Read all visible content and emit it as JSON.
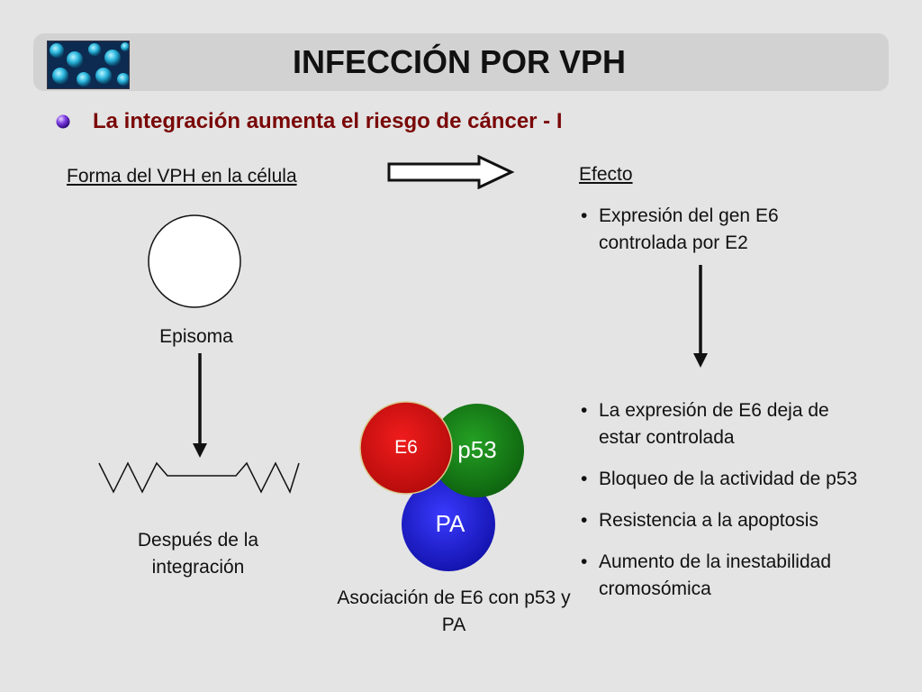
{
  "slide": {
    "title": "INFECCIÓN POR VPH",
    "subtitle": "La integración aumenta el riesgo de cáncer - I"
  },
  "left": {
    "header": "Forma del VPH en la célula",
    "episoma_label": "Episoma",
    "integration_label": "Después de la integración"
  },
  "center": {
    "circles": {
      "e6": "E6",
      "p53": "p53",
      "pa": "PA"
    },
    "caption": "Asociación de E6 con p53 y PA"
  },
  "right": {
    "header": "Efecto",
    "upper_bullets": [
      "Expresión del gen E6 controlada por E2"
    ],
    "lower_bullets": [
      "La expresión de E6 deja de estar controlada",
      "Bloqueo de la actividad de p53",
      "Resistencia a la apoptosis",
      "Aumento de la inestabilidad cromosómica"
    ]
  },
  "colors": {
    "subtitle": "#7a0707",
    "e6_circle": "#e01414",
    "p53_circle": "#1a7a1a",
    "pa_circle": "#1b1bc4",
    "bullet_purple": "#6a2bd0"
  },
  "icons": {
    "logo": "virus-image-icon",
    "subtitle_bullet": "purple-sphere-bullet-icon"
  }
}
